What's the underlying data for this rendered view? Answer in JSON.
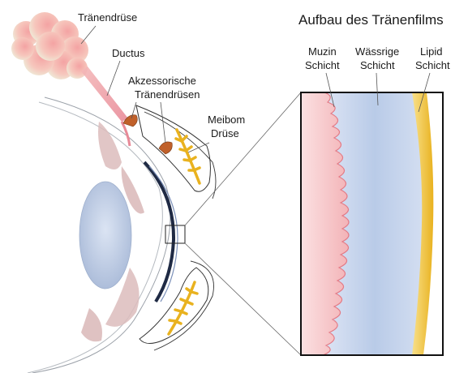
{
  "title": "Aufbau des Tränenfilms",
  "labels": {
    "traenendruese": "Tränendrüse",
    "ductus": "Ductus",
    "akzessorische_line1": "Akzessorische",
    "akzessorische_line2": "Tränendrüsen",
    "meibom_line1": "Meibom",
    "meibom_line2": "Drüse",
    "muzin_line1": "Muzin",
    "muzin_line2": "Schicht",
    "waessrige_line1": "Wässrige",
    "waessrige_line2": "Schicht",
    "lipid_line1": "Lipid",
    "lipid_line2": "Schicht"
  },
  "colors": {
    "mucin": "#f2a3a8",
    "mucin_edge": "#e47b86",
    "aqueous": "#b9cbe8",
    "lipid": "#f2c53a",
    "gland": "#f6b9b3",
    "accessory_gland": "#c0602a",
    "meibom_gland": "#e9b21f",
    "lens": "#b9c8e2",
    "outline": "#333333"
  }
}
